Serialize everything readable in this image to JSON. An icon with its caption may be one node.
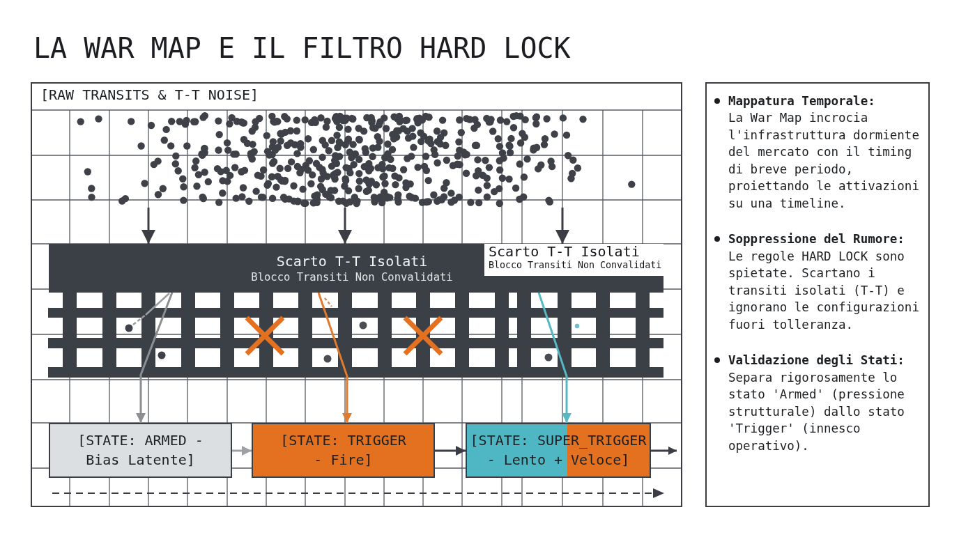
{
  "diagram": {
    "title": "LA WAR MAP E IL FILTRO HARD LOCK",
    "nodes": [
      {
        "text": [
          "[RAW TRANSITS & T-T NOISE]"
        ]
      },
      {
        "text": [],
        "shape": "picture",
        "in": 0
      },
      {
        "text": [
          "Scarto T-T Isolati",
          "Blocco Transiti Non Convalidati"
        ],
        "in": 0
      },
      {
        "text": [
          "Scarto T-T Isolati",
          "Blocco Transiti Non Convalidati"
        ],
        "in": 2
      },
      {
        "text": [
          "[STATE: ARMED - Bias Latente]"
        ],
        "in": 0
      },
      {
        "text": [
          "[STATE: TRIGGER - Fire]"
        ],
        "in": 0
      },
      {
        "text": [
          "[STATE: SUPER_TRIGGER - Lento + Veloce]"
        ],
        "in": 0
      },
      {
        "text": [
          "Mappatura Temporale:",
          "La War Map incrocia l'infrastruttura dormiente del mercato con il timing di breve periodo, proiettando le attivazioni su una timeline.",
          "Soppressione del Rumore:",
          "Le regole HARD LOCK sono spietate. Scartano i transiti isolati (T-T) e ignorano le configurazioni fuori tolleranza.",
          "Validazione degli Stati:",
          "Separa rigorosamente lo stato 'Armed' (pressione strutturale) dallo stato 'Trigger' (innesco operativo)."
        ]
      }
    ],
    "edges": [
      {
        "from": 1,
        "to": 2,
        "arrow": "to"
      },
      {
        "from": 1,
        "to": 2,
        "arrow": "to"
      },
      {
        "from": 1,
        "to": 3,
        "arrow": "to"
      },
      {
        "from": 2,
        "to": 4,
        "arrow": "to",
        "color": "#8c8f92"
      },
      {
        "from": 2,
        "to": 5,
        "arrow": "to",
        "color": "#e07a2e"
      },
      {
        "from": 2,
        "to": 6,
        "arrow": "to",
        "color": "#55b8c4"
      },
      {
        "from": 4,
        "to": 5,
        "arrow": "to",
        "color": "#9ea1a4"
      },
      {
        "from": 5,
        "to": 6,
        "arrow": "to"
      },
      {
        "from": 6,
        "to": null,
        "arrow": "to"
      }
    ]
  }
}
